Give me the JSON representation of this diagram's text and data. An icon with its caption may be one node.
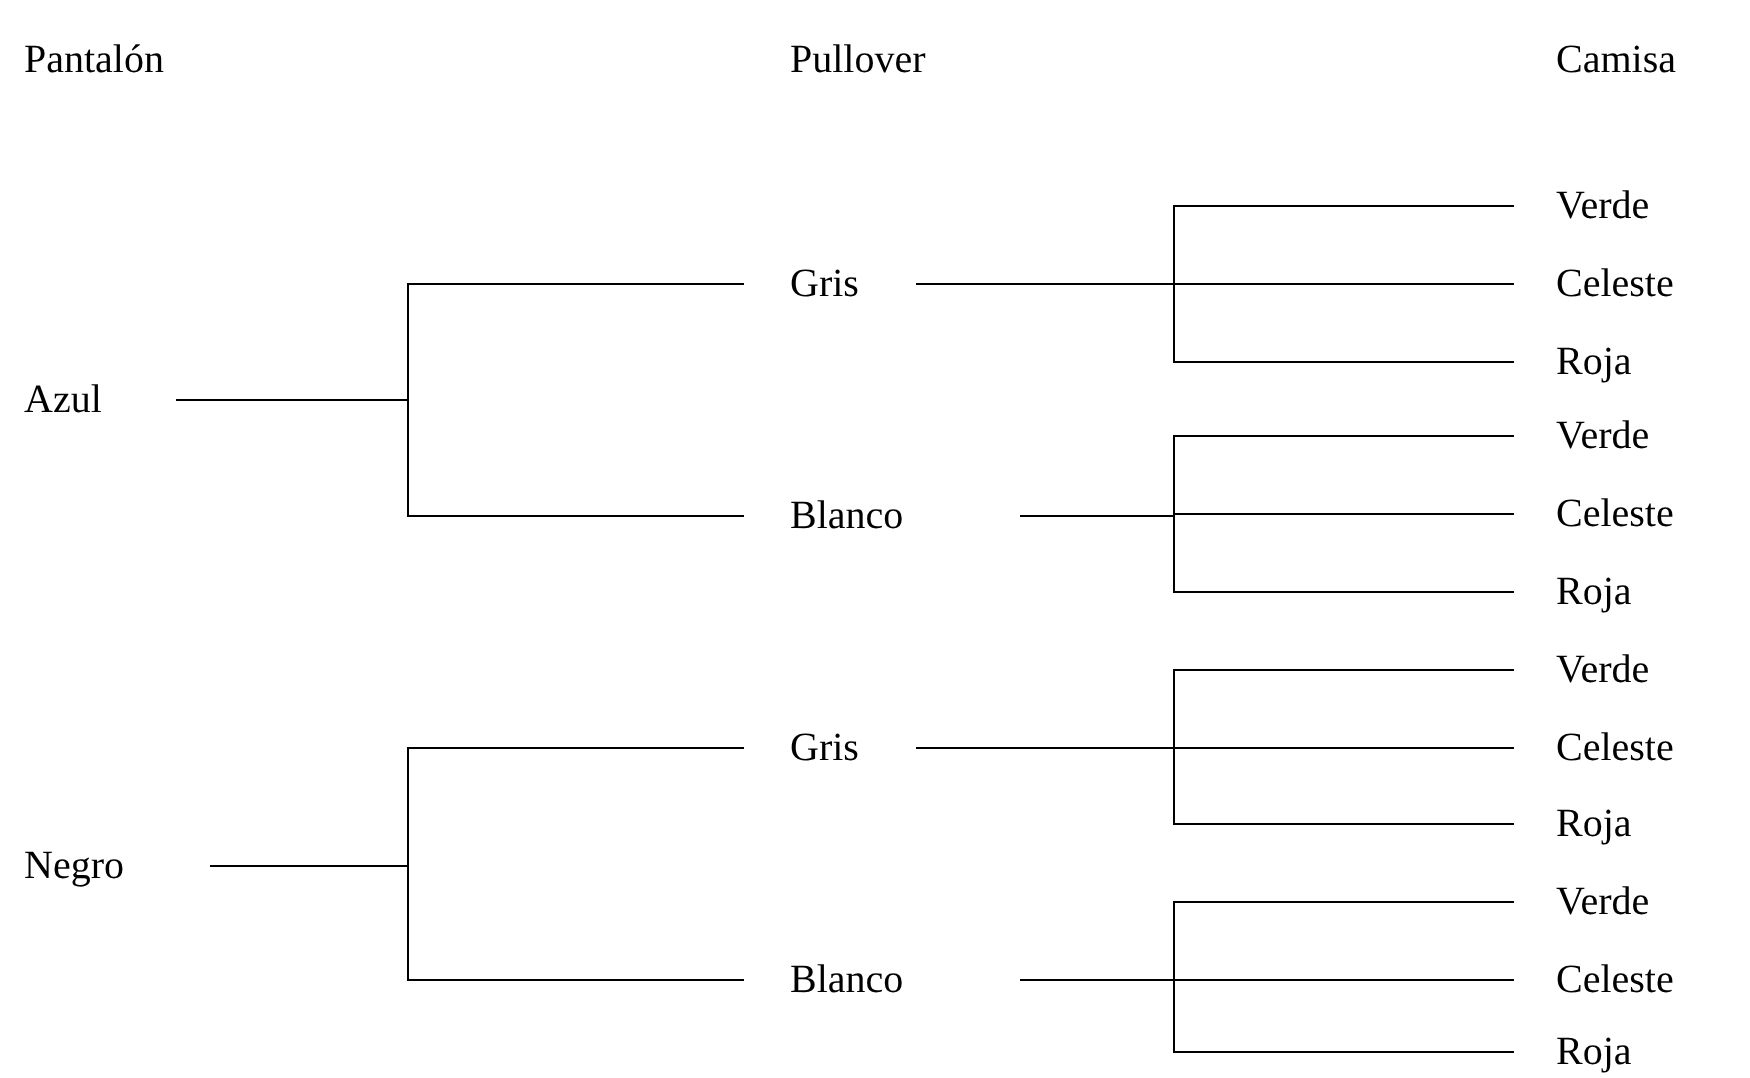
{
  "diagram": {
    "nodes": [
      {
        "text": [
          "Azul"
        ]
      },
      {
        "text": [
          "Negro"
        ]
      },
      {
        "text": [
          "Gris"
        ]
      },
      {
        "text": [
          "Blanco"
        ]
      },
      {
        "text": [
          "Gris"
        ]
      },
      {
        "text": [
          "Blanco"
        ]
      },
      {
        "text": [
          "Verde"
        ]
      },
      {
        "text": [
          "Celeste"
        ]
      },
      {
        "text": [
          "Roja"
        ]
      },
      {
        "text": [
          "Verde"
        ]
      },
      {
        "text": [
          "Celeste"
        ]
      },
      {
        "text": [
          "Roja"
        ]
      },
      {
        "text": [
          "Verde"
        ]
      },
      {
        "text": [
          "Celeste"
        ]
      },
      {
        "text": [
          "Roja"
        ]
      },
      {
        "text": [
          "Verde"
        ]
      },
      {
        "text": [
          "Celeste"
        ]
      },
      {
        "text": [
          "Roja"
        ]
      }
    ],
    "edges": [
      {
        "from": 0,
        "to": 2,
        "arrow": "none"
      },
      {
        "from": 0,
        "to": 3,
        "arrow": "none"
      },
      {
        "from": 1,
        "to": 4,
        "arrow": "none"
      },
      {
        "from": 1,
        "to": 5,
        "arrow": "none"
      },
      {
        "from": 2,
        "to": 6,
        "arrow": "none"
      },
      {
        "from": 2,
        "to": 7,
        "arrow": "none"
      },
      {
        "from": 2,
        "to": 8,
        "arrow": "none"
      },
      {
        "from": 3,
        "to": 9,
        "arrow": "none"
      },
      {
        "from": 3,
        "to": 10,
        "arrow": "none"
      },
      {
        "from": 3,
        "to": 11,
        "arrow": "none"
      },
      {
        "from": 4,
        "to": 12,
        "arrow": "none"
      },
      {
        "from": 4,
        "to": 13,
        "arrow": "none"
      },
      {
        "from": 4,
        "to": 14,
        "arrow": "none"
      },
      {
        "from": 5,
        "to": 15,
        "arrow": "none"
      },
      {
        "from": 5,
        "to": 16,
        "arrow": "none"
      },
      {
        "from": 5,
        "to": 17,
        "arrow": "none"
      }
    ],
    "labels": [
      "Pantalón",
      "Pullover",
      "Camisa"
    ]
  }
}
